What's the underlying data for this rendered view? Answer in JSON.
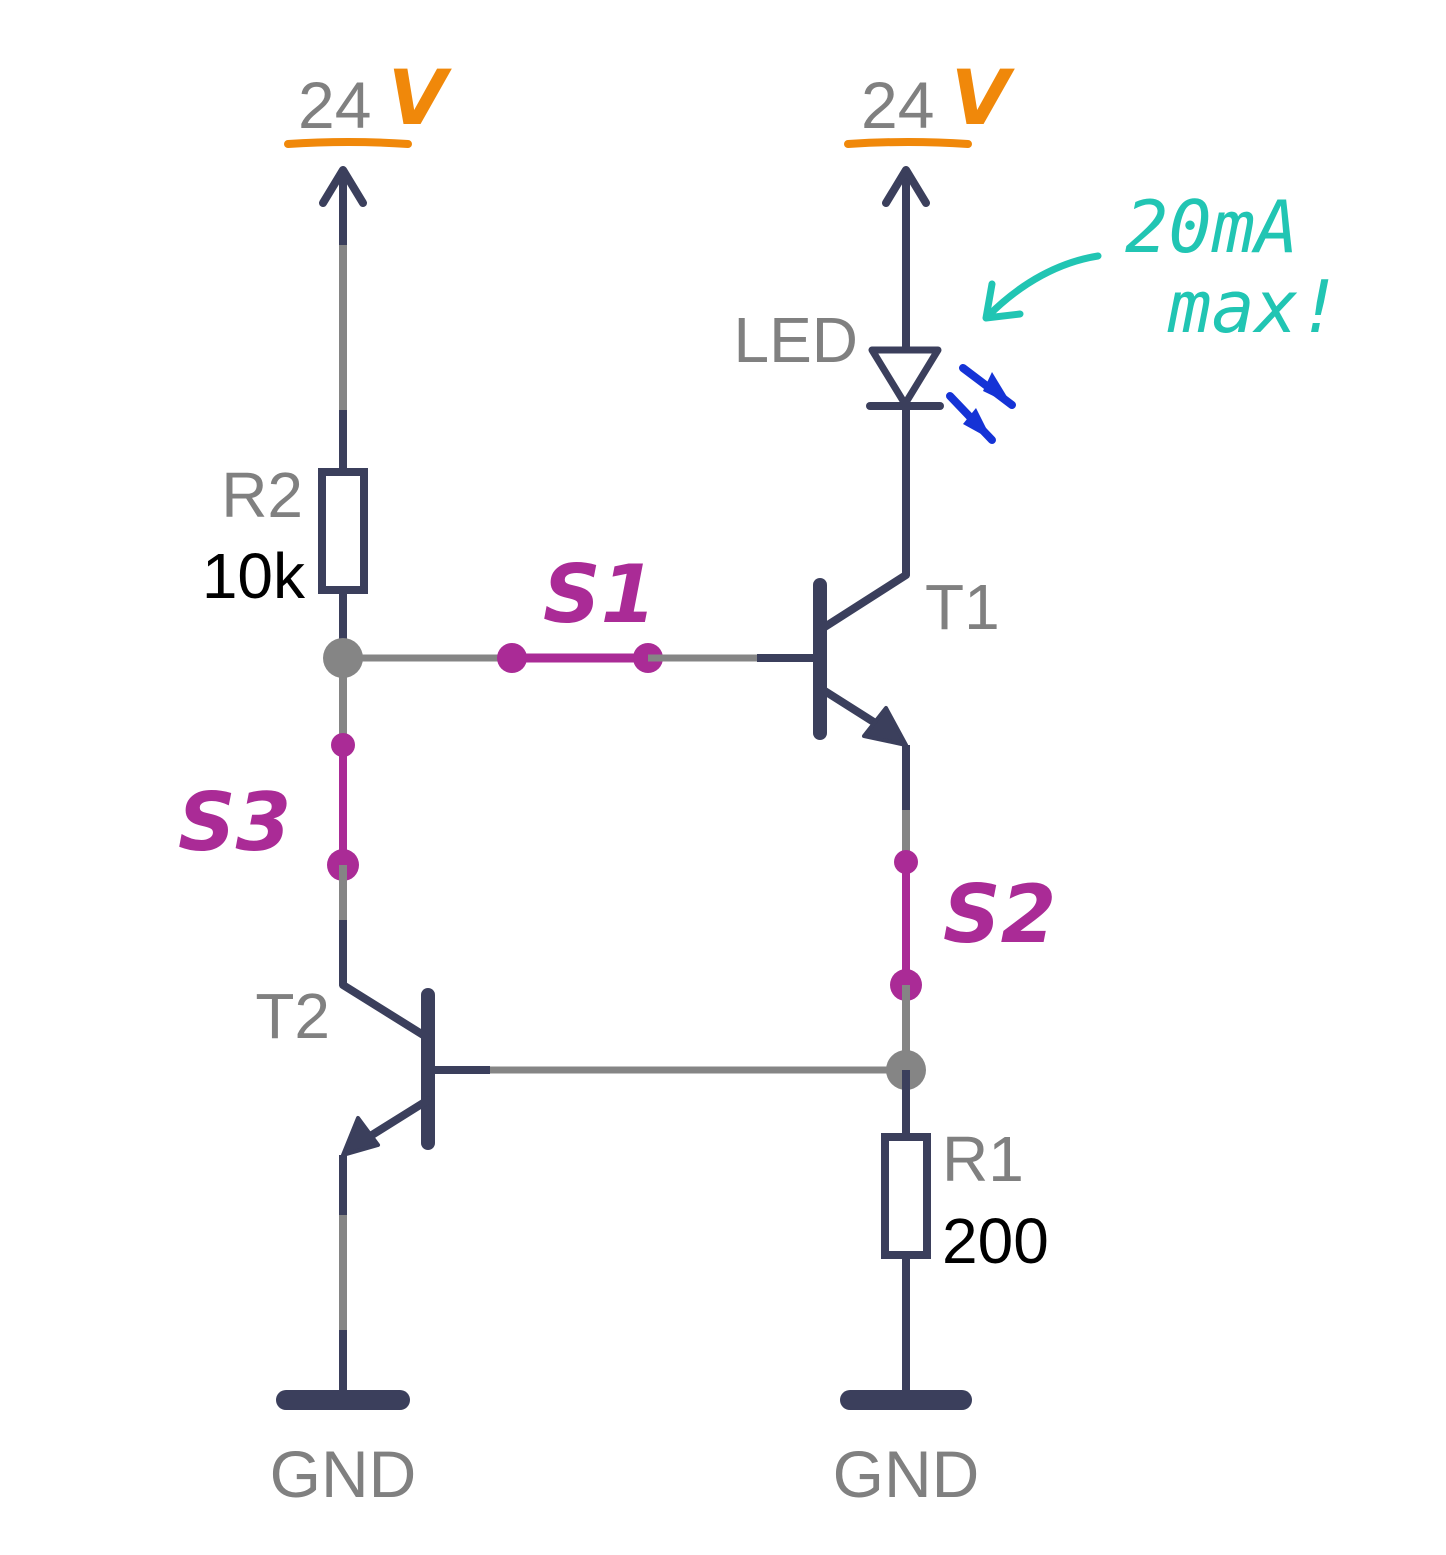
{
  "colors": {
    "wire_dark": "#3b3f5c",
    "wire_gray": "#858585",
    "label_gray": "#808080",
    "value_black": "#000000",
    "volt_orange": "#f0880a",
    "switch_magenta": "#aa2b96",
    "note_teal": "#21c5b3",
    "led_blue": "#1533d6"
  },
  "supply_left": {
    "number": "24",
    "unit": "V"
  },
  "supply_right": {
    "number": "24",
    "unit": "V"
  },
  "ground_left": {
    "label": "GND"
  },
  "ground_right": {
    "label": "GND"
  },
  "r2": {
    "name": "R2",
    "value": "10k"
  },
  "r1": {
    "name": "R1",
    "value": "200"
  },
  "led": {
    "name": "LED"
  },
  "t1": {
    "name": "T1"
  },
  "t2": {
    "name": "T2"
  },
  "s1": {
    "name": "S1"
  },
  "s2": {
    "name": "S2"
  },
  "s3": {
    "name": "S3"
  },
  "annotation": {
    "line1": "20mA",
    "line2": "max!"
  }
}
